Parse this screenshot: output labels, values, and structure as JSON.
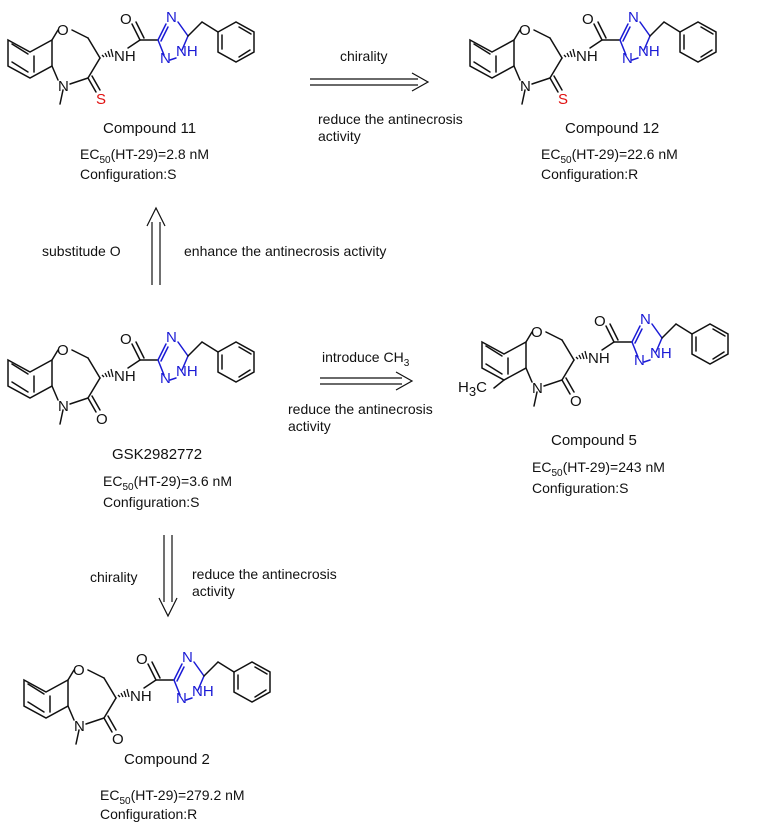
{
  "compounds": [
    {
      "name": "Compound 11",
      "ec50_label": "EC",
      "ec50_sub": "50",
      "ec50_rest": "(HT-29)=2.8 nM",
      "configuration": "Configuration:S"
    },
    {
      "name": "Compound 12",
      "ec50_label": "EC",
      "ec50_sub": "50",
      "ec50_rest": "(HT-29)=22.6 nM",
      "configuration": "Configuration:R"
    },
    {
      "name": "GSK2982772",
      "ec50_label": "EC",
      "ec50_sub": "50",
      "ec50_rest": "(HT-29)=3.6 nM",
      "configuration": "Configuration:S"
    },
    {
      "name": "Compound 5",
      "ec50_label": "EC",
      "ec50_sub": "50",
      "ec50_rest": "(HT-29)=243 nM",
      "configuration": "Configuration:S"
    },
    {
      "name": "Compound 2",
      "ec50_label": "EC",
      "ec50_sub": "50",
      "ec50_rest": "(HT-29)=279.2 nM",
      "configuration": "Configuration:R"
    }
  ],
  "transformations": [
    {
      "id": "gsk-to-11",
      "left_label": "substitude O",
      "right_label": "enhance the antinecrosis activity"
    },
    {
      "id": "11-to-12",
      "above_label": "chirality",
      "below_label": "reduce the antinecrosis activity"
    },
    {
      "id": "gsk-to-5",
      "above_label_main": "introduce CH",
      "above_label_sub": "3",
      "below_label": "reduce the antinecrosis activity"
    },
    {
      "id": "gsk-to-2",
      "left_label": "chirality",
      "right_label": "reduce the antinecrosis activity"
    }
  ],
  "atoms": {
    "oxygen": "O",
    "nitrogen": "N",
    "nh": "NH",
    "sulfur": "S",
    "methyl_h": "H",
    "methyl_h_sub": "3",
    "methyl_c": "C"
  },
  "colors": {
    "triazole": "#1b1bd6",
    "thione_sulfur": "#e01010",
    "bonds": "#111111"
  }
}
